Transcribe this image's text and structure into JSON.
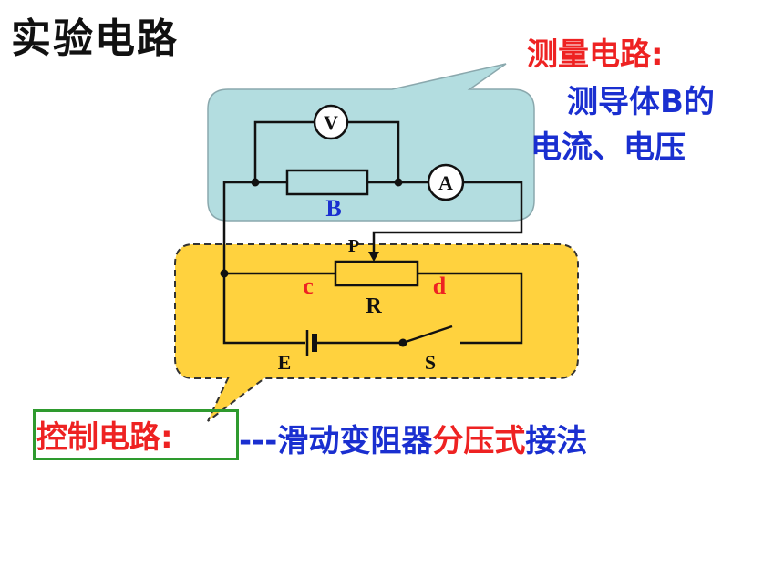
{
  "title": "实验电路",
  "measurement": {
    "heading": "测量电路:",
    "line2": "测导体B的",
    "line3": "电流、电压"
  },
  "control": {
    "label": "控制电路:",
    "dashes": "---",
    "part1": "滑动变阻器",
    "part2": "分压式",
    "part3": "接法"
  },
  "circuit_labels": {
    "voltmeter": "V",
    "ammeter": "A",
    "resistor_b": "B",
    "slider": "P",
    "end_c": "c",
    "end_d": "d",
    "rheostat": "R",
    "battery": "E",
    "switch": "S"
  },
  "colors": {
    "measurement_bg": "#b3dde0",
    "control_bg": "#ffd23e",
    "wire": "#111111",
    "red_text": "#ee2222",
    "blue_text": "#1a2fd0",
    "green_border": "#2e9a2e"
  }
}
